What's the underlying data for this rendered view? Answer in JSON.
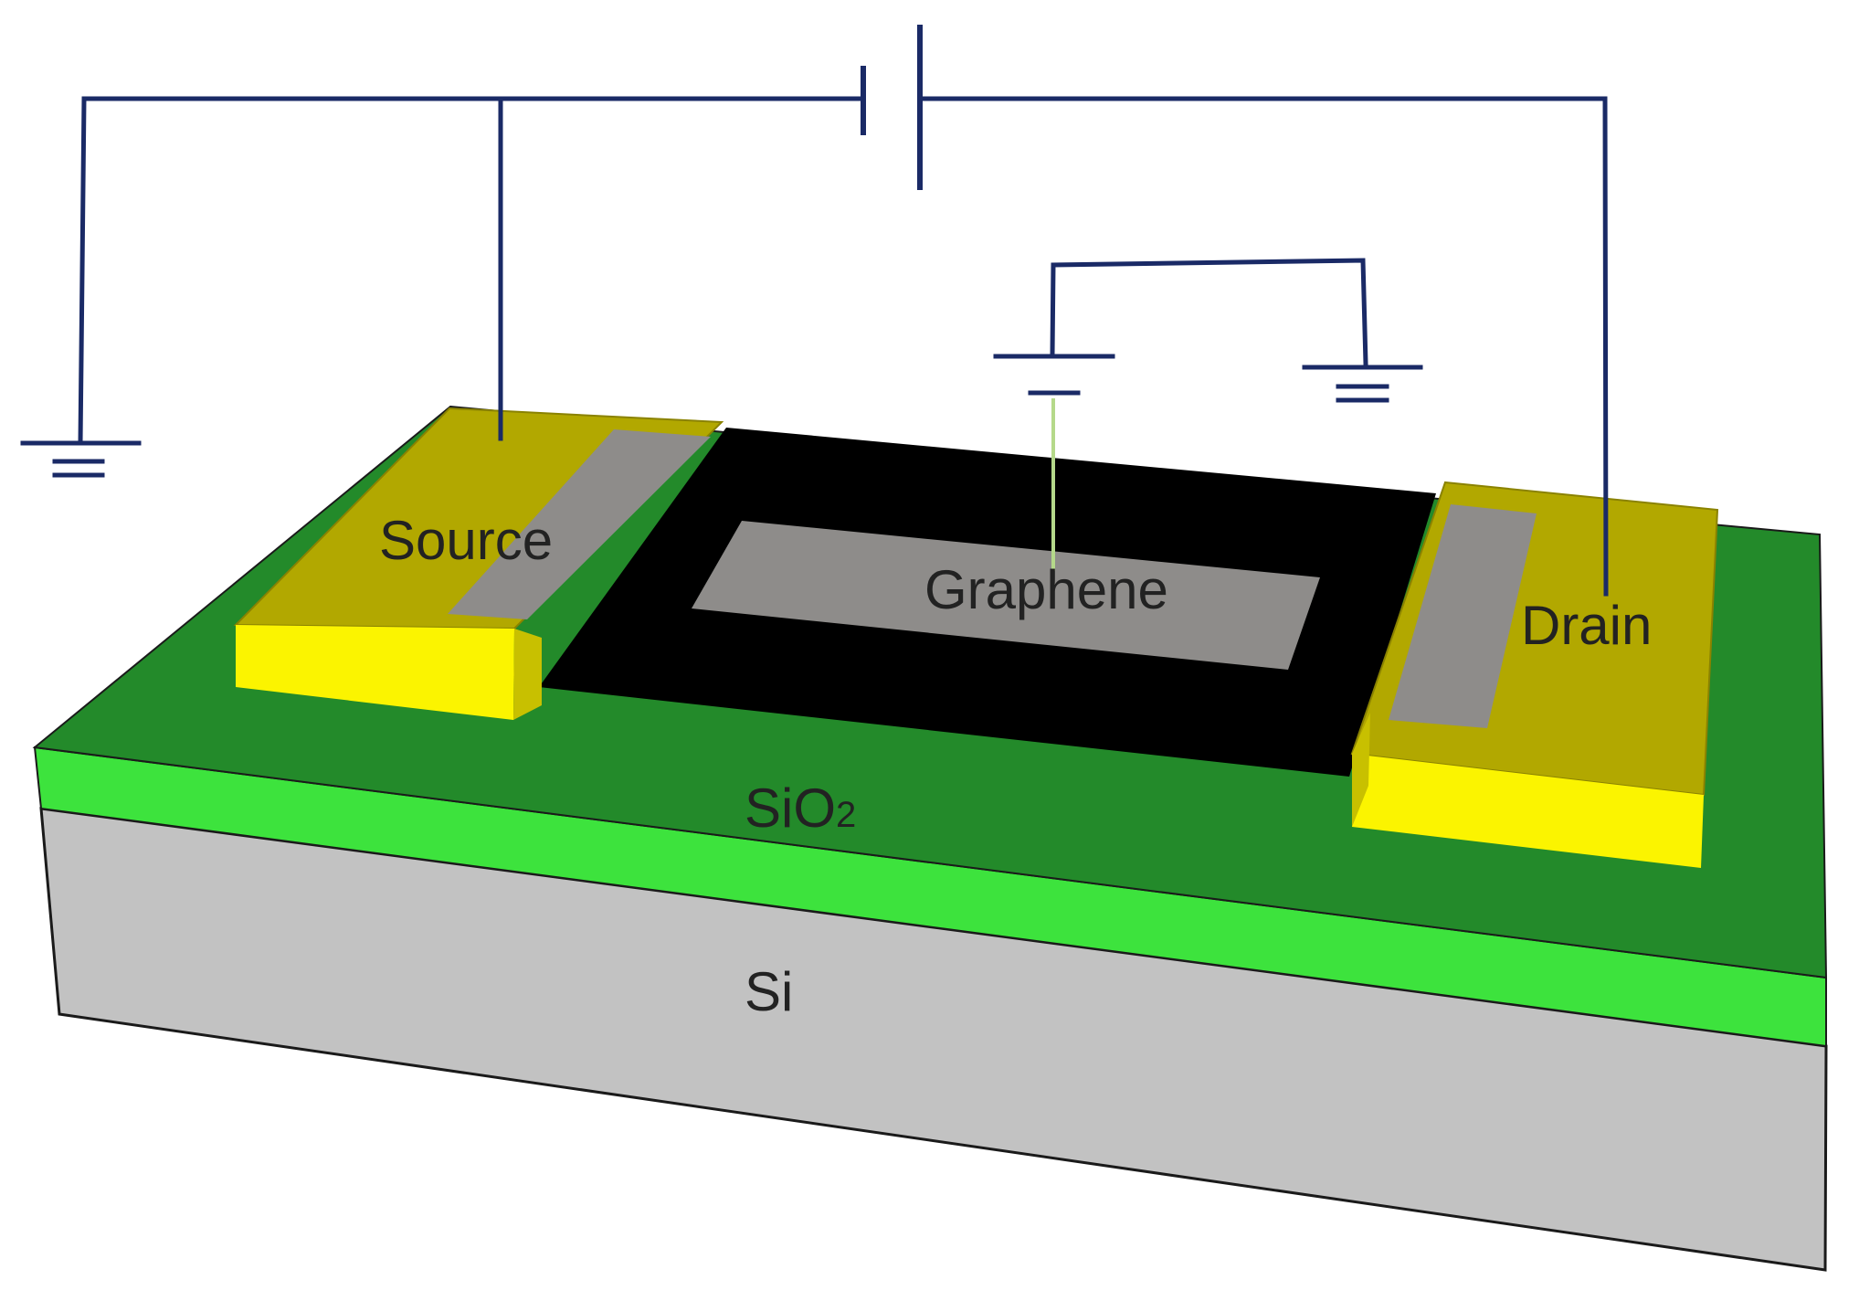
{
  "diagram": {
    "labels": {
      "source": "Source",
      "drain": "Drain",
      "graphene": "Graphene",
      "oxide_main": "SiO",
      "oxide_sub": "2",
      "substrate": "Si"
    },
    "colors": {
      "background": "#ffffff",
      "wire": "#1a2a66",
      "gate_probe": "#b5d98a",
      "oxide_top": "#238a2a",
      "oxide_side": "#3de33d",
      "silicon_face": "#c2c2c2",
      "contact_top": "#b2a800",
      "contact_front": "#fbf400",
      "graphene_frame": "#000000",
      "graphene_fill": "#8e8c8a",
      "label_text": "#222222"
    }
  }
}
